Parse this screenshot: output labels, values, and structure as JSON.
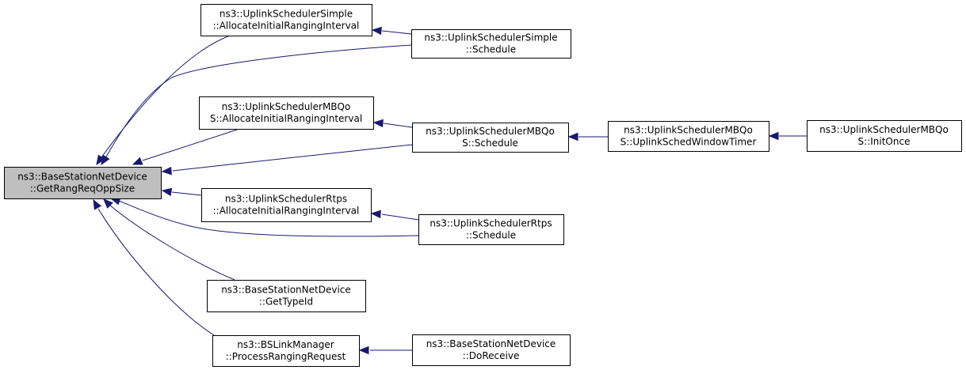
{
  "diagram": {
    "nodes": [
      {
        "id": "root",
        "lines": [
          "ns3::BaseStationNetDevice",
          "::GetRangReqOppSize"
        ],
        "highlighted": true
      },
      {
        "id": "simple_alloc",
        "lines": [
          "ns3::UplinkSchedulerSimple",
          "::AllocateInitialRangingInterval"
        ]
      },
      {
        "id": "simple_sched",
        "lines": [
          "ns3::UplinkSchedulerSimple",
          "::Schedule"
        ]
      },
      {
        "id": "mbqos_alloc",
        "lines": [
          "ns3::UplinkSchedulerMBQo",
          "S::AllocateInitialRangingInterval"
        ]
      },
      {
        "id": "mbqos_sched",
        "lines": [
          "ns3::UplinkSchedulerMBQo",
          "S::Schedule"
        ]
      },
      {
        "id": "mbqos_timer",
        "lines": [
          "ns3::UplinkSchedulerMBQo",
          "S::UplinkSchedWindowTimer"
        ]
      },
      {
        "id": "mbqos_init",
        "lines": [
          "ns3::UplinkSchedulerMBQo",
          "S::InitOnce"
        ]
      },
      {
        "id": "rtps_alloc",
        "lines": [
          "ns3::UplinkSchedulerRtps",
          "::AllocateInitialRangingInterval"
        ]
      },
      {
        "id": "rtps_sched",
        "lines": [
          "ns3::UplinkSchedulerRtps",
          "::Schedule"
        ]
      },
      {
        "id": "gettypeid",
        "lines": [
          "ns3::BaseStationNetDevice",
          "::GetTypeId"
        ]
      },
      {
        "id": "bslink",
        "lines": [
          "ns3::BSLinkManager",
          "::ProcessRangingRequest"
        ]
      },
      {
        "id": "doreceive",
        "lines": [
          "ns3::BaseStationNetDevice",
          "::DoReceive"
        ]
      }
    ],
    "edges": [
      {
        "from": "simple_alloc",
        "to": "root"
      },
      {
        "from": "simple_sched",
        "to": "root"
      },
      {
        "from": "mbqos_alloc",
        "to": "root"
      },
      {
        "from": "mbqos_sched",
        "to": "root"
      },
      {
        "from": "rtps_alloc",
        "to": "root"
      },
      {
        "from": "rtps_sched",
        "to": "root"
      },
      {
        "from": "gettypeid",
        "to": "root"
      },
      {
        "from": "bslink",
        "to": "root"
      },
      {
        "from": "simple_sched",
        "to": "simple_alloc"
      },
      {
        "from": "mbqos_sched",
        "to": "mbqos_alloc"
      },
      {
        "from": "mbqos_timer",
        "to": "mbqos_sched"
      },
      {
        "from": "mbqos_init",
        "to": "mbqos_timer"
      },
      {
        "from": "rtps_sched",
        "to": "rtps_alloc"
      },
      {
        "from": "doreceive",
        "to": "bslink"
      }
    ],
    "colors": {
      "edge": "#191970",
      "node_fill": "#ffffff",
      "node_highlight_fill": "#bfbfbf",
      "node_border": "#000000"
    }
  }
}
